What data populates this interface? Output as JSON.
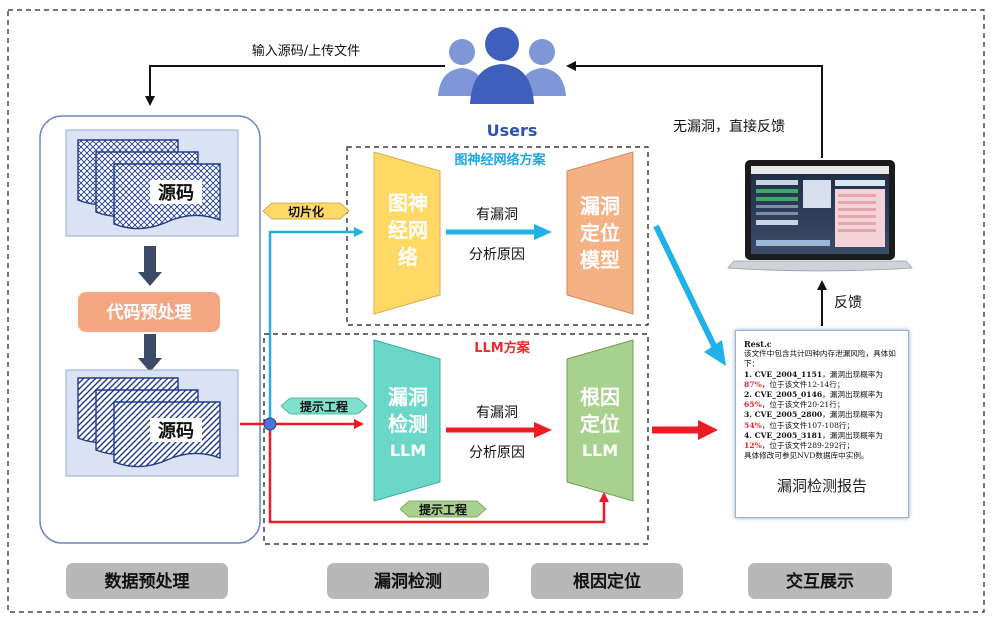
{
  "users": {
    "label": "Users"
  },
  "arrows": {
    "input_upload": "输入源码/上传文件",
    "no_vuln_feedback": "无漏洞，直接反馈",
    "feedback": "反馈"
  },
  "preprocess": {
    "source_label_top": "源码",
    "step_label": "代码预处理",
    "source_label_bottom": "源码"
  },
  "gnn_scheme": {
    "title": "图神经网络方案",
    "slice_tag": "切片化",
    "gnn_block": [
      "图神",
      "经网",
      "络"
    ],
    "mid_label_1": "有漏洞",
    "mid_label_2": "分析原因",
    "locator_block": [
      "漏洞",
      "定位",
      "模型"
    ]
  },
  "llm_scheme": {
    "title": "LLM方案",
    "prompt_tag_1": "提示工程",
    "detect_block": [
      "漏洞",
      "检测",
      "LLM"
    ],
    "mid_label_1": "有漏洞",
    "mid_label_2": "分析原因",
    "root_block": [
      "根因",
      "定位",
      "LLM"
    ],
    "prompt_tag_2": "提示工程"
  },
  "report": {
    "filename": "Rest.c",
    "intro": "该文件中包含共计四种内存泄漏风险，具体如下：",
    "items": [
      {
        "id": "1. CVE_2004_1151",
        "prefix": "，漏洞出现概率为",
        "pct": "87%",
        "suffix": "，位于该文件12-14行；"
      },
      {
        "id": "2. CVE_2005_0146",
        "prefix": "，漏洞出现概率为",
        "pct": "65%",
        "suffix": "，位于该文件20-21行；"
      },
      {
        "id": "3. CVE_2005_2800",
        "prefix": "，漏洞出现概率为",
        "pct": "54%",
        "suffix": "，位于该文件107-108行；"
      },
      {
        "id": "4. CVE_2005_3181",
        "prefix": "，漏洞出现概率为",
        "pct": "12%",
        "suffix": "，位于该文件289-292行；"
      }
    ],
    "footer": "具体修改可参见NVD数据库中实例。",
    "title": "漏洞检测报告"
  },
  "stages": [
    "数据预处理",
    "漏洞检测",
    "根因定位",
    "交互展示"
  ],
  "colors": {
    "blue_arrow": "#1fb1e8",
    "red_arrow": "#ee1b24",
    "dark_arrow": "#3b4a66",
    "gnn_fill": "#ffd966",
    "locator_fill": "#f4b183",
    "detect_fill": "#6ad7c9",
    "root_fill": "#a9d18e",
    "preprocess_fill": "#f4a582",
    "stage_fill": "#b8b8b8",
    "users_blue": "#3f5fbc"
  }
}
